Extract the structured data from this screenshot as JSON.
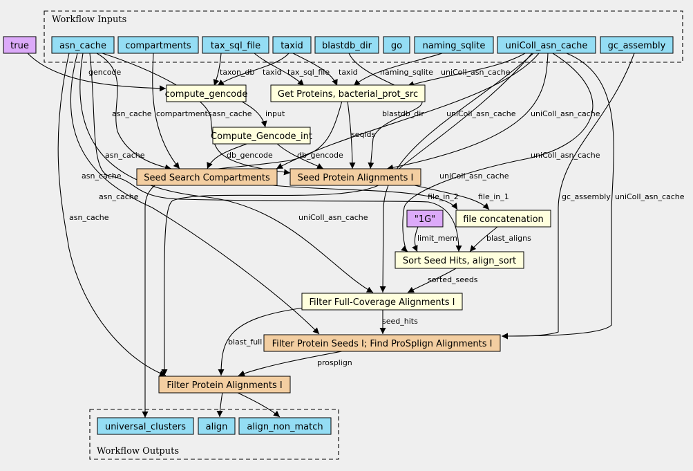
{
  "colors": {
    "input": "#94ddf4",
    "tool": "#ffffdd",
    "subworkflow": "#f3cea1",
    "default": "#dcaaf9",
    "background": "#efefef"
  },
  "clusters": {
    "inputs_title": "Workflow Inputs",
    "outputs_title": "Workflow Outputs"
  },
  "nodes": {
    "true_default": "true",
    "limit_default": "\"1G\"",
    "asn_cache": "asn_cache",
    "compartments": "compartments",
    "tax_sql_file": "tax_sql_file",
    "taxid": "taxid",
    "blastdb_dir": "blastdb_dir",
    "go": "go",
    "naming_sqlite": "naming_sqlite",
    "uniColl_asn_cache": "uniColl_asn_cache",
    "gc_assembly": "gc_assembly",
    "compute_gencode": "compute_gencode",
    "get_proteins": "Get Proteins, bacterial_prot_src",
    "compute_gencode_int": "Compute_Gencode_int",
    "seed_search": "Seed Search Compartments",
    "seed_protein": "Seed Protein Alignments I",
    "file_concat": "file concatenation",
    "sort_seed": "Sort Seed Hits, align_sort",
    "filter_full": "Filter Full-Coverage Alignments I",
    "filter_seeds": "Filter Protein Seeds I; Find ProSplign Alignments I",
    "filter_align": "Filter Protein Alignments I",
    "out_universal": "universal_clusters",
    "out_align": "align",
    "out_align_non_match": "align_non_match"
  },
  "edge_labels": {
    "gencode": "gencode",
    "taxon_db": "taxon_db",
    "taxid1": "taxid",
    "tax_sql_file": "tax_sql_file",
    "taxid2": "taxid",
    "naming_sqlite": "naming_sqlite",
    "unicoll1": "uniColl_asn_cache",
    "asn_cache1": "asn_cache",
    "compartments": "compartments",
    "asn_cache2": "asn_cache",
    "input": "input",
    "seqids": "seqids",
    "blastdb_dir": "blastdb_dir",
    "unicoll2": "uniColl_asn_cache",
    "unicoll3": "uniColl_asn_cache",
    "db_gencode1": "db_gencode",
    "db_gencode2": "db_gencode",
    "asn_cache3": "asn_cache",
    "unicoll4": "uniColl_asn_cache",
    "asn_cache4": "asn_cache",
    "unicoll5": "uniColl_asn_cache",
    "file_in_2": "file_in_2",
    "file_in_1": "file_in_1",
    "asn_cache5": "asn_cache",
    "gc_assembly": "gc_assembly",
    "unicoll6": "uniColl_asn_cache",
    "asn_cache6": "asn_cache",
    "unicoll7": "uniColl_asn_cache",
    "limit_mem": "limit_mem",
    "blast_aligns": "blast_aligns",
    "sorted_seeds": "sorted_seeds",
    "seed_hits": "seed_hits",
    "blast_full": "blast_full",
    "prosplign": "prosplign"
  }
}
